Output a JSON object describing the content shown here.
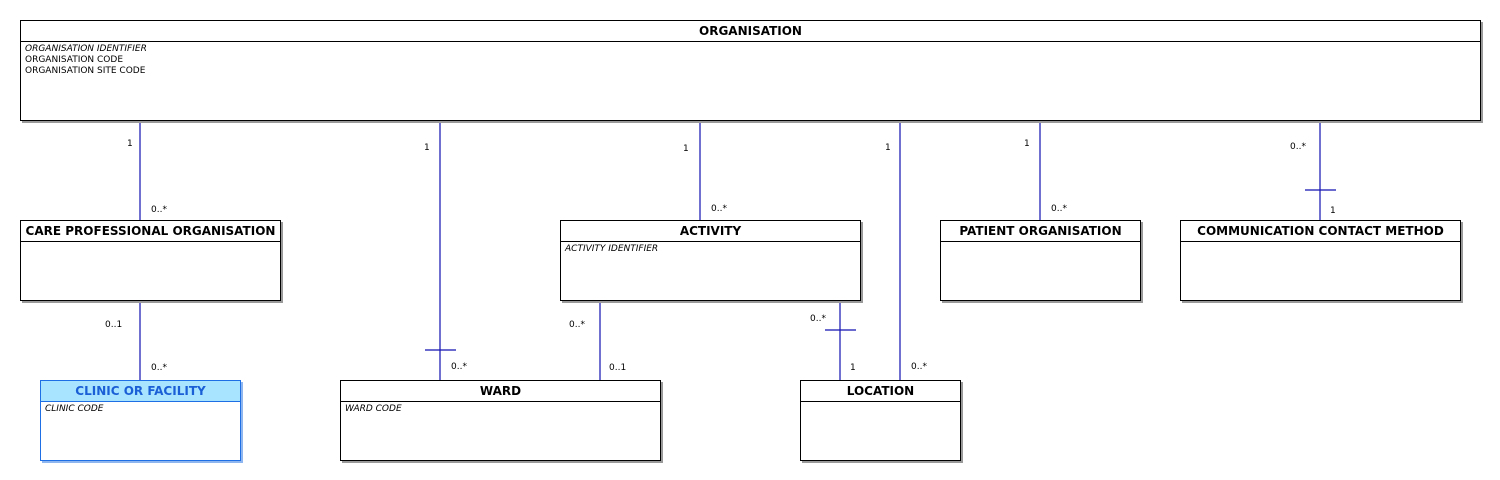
{
  "colors": {
    "line": "#1010b0",
    "highlight_fill": "#a8e4ff",
    "highlight_text": "#1a5fd6",
    "border": "#000000"
  },
  "entities": {
    "organisation": {
      "title": "ORGANISATION",
      "attrs": [
        "ORGANISATION IDENTIFIER",
        "ORGANISATION CODE",
        "ORGANISATION SITE CODE"
      ]
    },
    "care_professional_organisation": {
      "title": "CARE PROFESSIONAL ORGANISATION"
    },
    "activity": {
      "title": "ACTIVITY",
      "attrs": [
        "ACTIVITY IDENTIFIER"
      ]
    },
    "patient_organisation": {
      "title": "PATIENT ORGANISATION"
    },
    "communication_contact_method": {
      "title": "COMMUNICATION CONTACT METHOD"
    },
    "clinic_or_facility": {
      "title": "CLINIC OR FACILITY",
      "attrs": [
        "CLINIC CODE"
      ]
    },
    "ward": {
      "title": "WARD",
      "attrs": [
        "WARD CODE"
      ]
    },
    "location": {
      "title": "LOCATION"
    }
  },
  "relationships": {
    "org_care_prof": {
      "source_mult": "1",
      "target_mult": "0..*"
    },
    "org_ward": {
      "source_mult": "1",
      "target_mult": "0..*"
    },
    "org_activity": {
      "source_mult": "1",
      "target_mult": "0..*"
    },
    "org_location": {
      "source_mult": "1",
      "target_mult": "0..*"
    },
    "org_patient_org": {
      "source_mult": "1",
      "target_mult": "0..*"
    },
    "org_comm": {
      "source_mult": "0..*",
      "target_mult": "1"
    },
    "care_prof_clinic": {
      "source_mult": "0..1",
      "target_mult": "0..*"
    },
    "activity_ward": {
      "source_mult": "0..*",
      "target_mult": "0..1"
    },
    "activity_location": {
      "source_mult": "0..*",
      "target_mult": "1"
    }
  }
}
